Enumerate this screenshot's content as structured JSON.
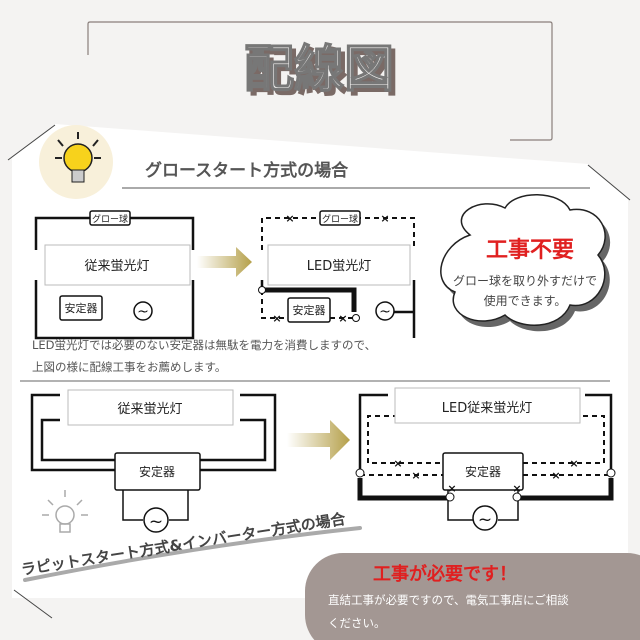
{
  "title": "配線図",
  "glow_section": {
    "heading": "グロースタート方式の場合",
    "old_tube": "従来蛍光灯",
    "led_tube": "LED蛍光灯",
    "glow_bulb": "グロー球",
    "ballast": "安定器",
    "ac_symbol": "~",
    "cross": "×",
    "cloud": {
      "title": "工事不要",
      "line1": "グロー球を取り外すだけで",
      "line2": "使用できます。"
    },
    "note_line1": "LED蛍光灯では必要のない安定器は無駄を電力を消費しますので、",
    "note_line2": "上図の様に配線工事をお薦めします。"
  },
  "rapid_section": {
    "heading": "ラピットスタート方式&インバーター方式の場合",
    "old_tube": "従来蛍光灯",
    "led_tube": "LED従来蛍光灯",
    "ballast": "安定器",
    "ac_symbol": "~",
    "cross": "×",
    "notice": {
      "title": "工事が必要です！",
      "line1": "直結工事が必要ですので、電気工事店にご相談",
      "line2": "ください。"
    }
  },
  "colors": {
    "background": "#f4f3f2",
    "accent_red": "#e02020",
    "arrow_gold": "#b5a04a",
    "notice_bg": "#a39793"
  }
}
